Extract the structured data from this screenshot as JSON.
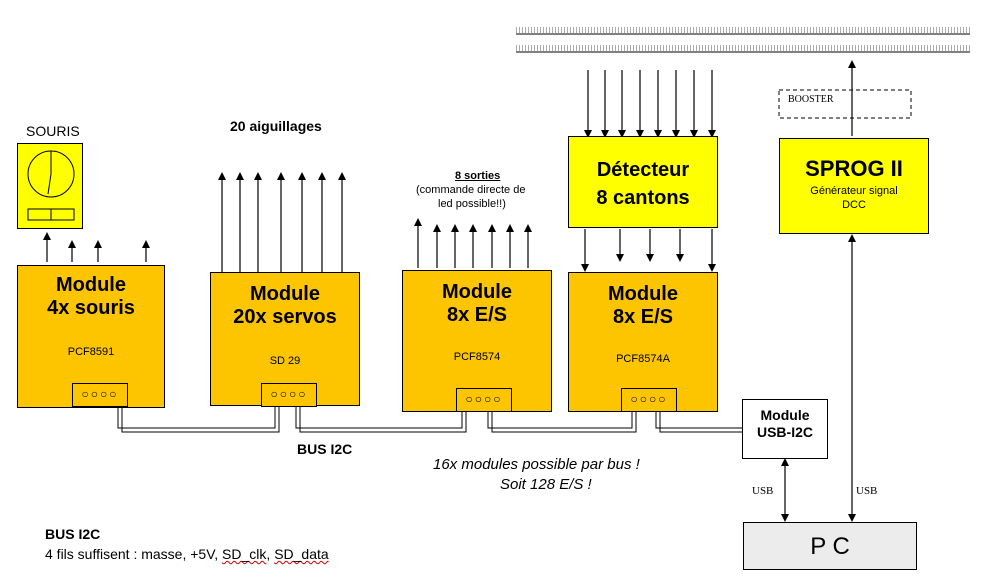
{
  "souris": {
    "label": "SOURIS"
  },
  "aiguillages": {
    "label": "20 aiguillages"
  },
  "sorties": {
    "title": "8 sorties",
    "note_line1": "(commande directe de",
    "note_line2": "led possible!!)"
  },
  "booster": {
    "label": "BOOSTER"
  },
  "modules": [
    {
      "title": "Module\n4x souris",
      "chip": "PCF8591",
      "connector": "○○○○"
    },
    {
      "title": "Module\n20x servos",
      "chip": "SD 29",
      "connector": "○○○○"
    },
    {
      "title": "Module\n8x E/S",
      "chip": "PCF8574",
      "connector": "○○○○"
    },
    {
      "title": "Module\n8x E/S",
      "chip": "PCF8574A",
      "connector": "○○○○"
    }
  ],
  "detecteur": {
    "title": "Détecteur\n8 cantons"
  },
  "sprog": {
    "title": "SPROG II",
    "sub_line1": "Générateur signal",
    "sub_line2": "DCC"
  },
  "usb_module": {
    "title": "Module\nUSB-I2C"
  },
  "pc": {
    "label": "P C"
  },
  "bus_label": "BUS I2C",
  "usb_label_left": "USB",
  "usb_label_right": "USB",
  "capacity": {
    "line1": "16x modules possible par bus !",
    "line2": "Soit 128 E/S !"
  },
  "legend": {
    "title": "BUS I2C",
    "desc_prefix": "4 fils suffisent  : masse,  +5V,  ",
    "clk": "SD_clk",
    "sep": ",  ",
    "data": "SD_data"
  }
}
